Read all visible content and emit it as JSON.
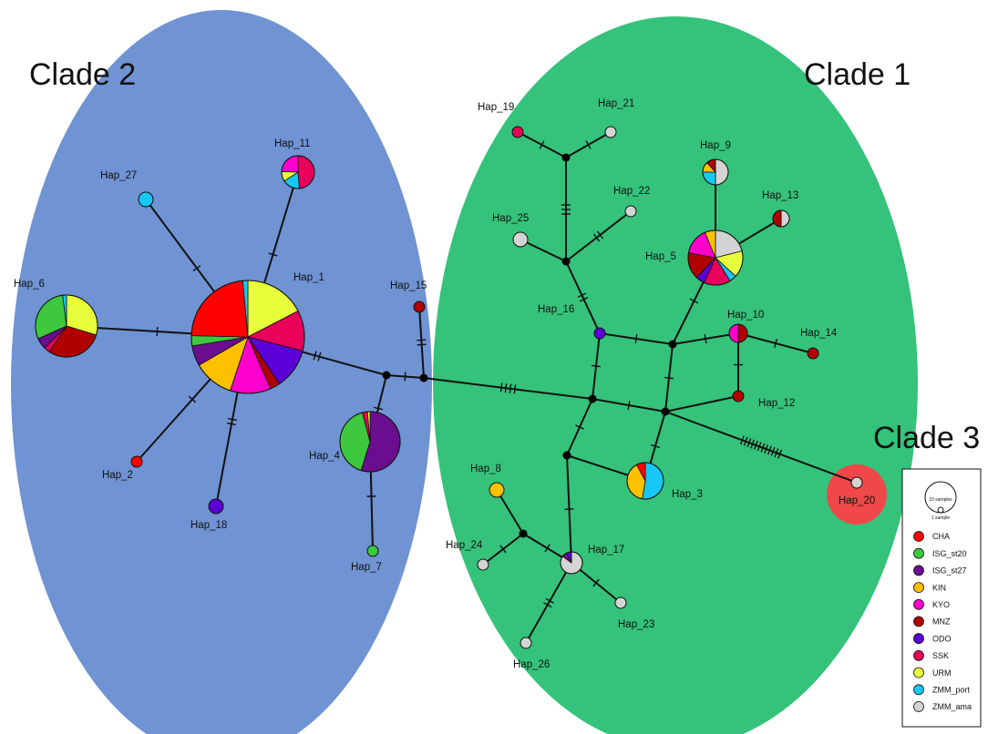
{
  "clades": [
    {
      "id": "clade2",
      "label": "Clade 2",
      "color": "#6f93d3"
    },
    {
      "id": "clade1",
      "label": "Clade 1",
      "color": "#35c27a"
    },
    {
      "id": "clade3",
      "label": "Clade 3",
      "color": "#f04848"
    }
  ],
  "populations": [
    {
      "id": "CHA",
      "label": "CHA",
      "color": "#ff0000"
    },
    {
      "id": "ISG_st20",
      "label": "ISG_st20",
      "color": "#3ec83e"
    },
    {
      "id": "ISG_st27",
      "label": "ISG_st27",
      "color": "#6a0d8f"
    },
    {
      "id": "KIN",
      "label": "KIN",
      "color": "#ffc000"
    },
    {
      "id": "KYO",
      "label": "KYO",
      "color": "#ff00cc"
    },
    {
      "id": "MNZ",
      "label": "MNZ",
      "color": "#b00000"
    },
    {
      "id": "ODO",
      "label": "ODO",
      "color": "#5b00d6"
    },
    {
      "id": "SSK",
      "label": "SSK",
      "color": "#e8005a"
    },
    {
      "id": "URM",
      "label": "URM",
      "color": "#e6ff3a"
    },
    {
      "id": "ZMM_port",
      "label": "ZMM_port",
      "color": "#17c7f5"
    },
    {
      "id": "ZMM_ama",
      "label": "ZMM_ama",
      "color": "#d4d4d4"
    }
  ],
  "legend": {
    "size_large": "10 samples",
    "size_small": "1 sample"
  },
  "haplotypes": [
    {
      "id": "Hap_1",
      "label": "Hap_1",
      "size": 62,
      "composition": [
        [
          "URM",
          3
        ],
        [
          "SSK",
          2
        ],
        [
          "ODO",
          2
        ],
        [
          "MNZ",
          0.5
        ],
        [
          "KYO",
          2
        ],
        [
          "KIN",
          2
        ],
        [
          "ISG_st27",
          1
        ],
        [
          "ISG_st20",
          0.5
        ],
        [
          "CHA",
          4
        ],
        [
          "ZMM_port",
          0.25
        ]
      ]
    },
    {
      "id": "Hap_2",
      "label": "Hap_2",
      "size": 6,
      "composition": [
        [
          "CHA",
          1
        ]
      ]
    },
    {
      "id": "Hap_3",
      "label": "Hap_3",
      "size": 20,
      "composition": [
        [
          "ZMM_port",
          2
        ],
        [
          "KIN",
          1.5
        ],
        [
          "CHA",
          0.3
        ]
      ]
    },
    {
      "id": "Hap_4",
      "label": "Hap_4",
      "size": 33,
      "composition": [
        [
          "ISG_st27",
          4
        ],
        [
          "ISG_st20",
          3
        ],
        [
          "SSK",
          0.2
        ],
        [
          "URM",
          0.1
        ]
      ]
    },
    {
      "id": "Hap_5",
      "label": "Hap_5",
      "size": 30,
      "composition": [
        [
          "ZMM_ama",
          2
        ],
        [
          "URM",
          1.5
        ],
        [
          "ZMM_port",
          0.4
        ],
        [
          "SSK",
          1.5
        ],
        [
          "ODO",
          0.5
        ],
        [
          "MNZ",
          1.5
        ],
        [
          "KYO",
          1.5
        ],
        [
          "KIN",
          0.6
        ]
      ]
    },
    {
      "id": "Hap_6",
      "label": "Hap_6",
      "size": 34,
      "composition": [
        [
          "URM",
          3
        ],
        [
          "MNZ",
          3
        ],
        [
          "SSK",
          0.3
        ],
        [
          "ISG_st27",
          0.6
        ],
        [
          "ISG_st20",
          3
        ],
        [
          "ZMM_port",
          0.2
        ]
      ]
    },
    {
      "id": "Hap_7",
      "label": "Hap_7",
      "size": 6,
      "composition": [
        [
          "ISG_st20",
          1
        ]
      ]
    },
    {
      "id": "Hap_8",
      "label": "Hap_8",
      "size": 8,
      "composition": [
        [
          "KIN",
          1
        ]
      ]
    },
    {
      "id": "Hap_9",
      "label": "Hap_9",
      "size": 14,
      "composition": [
        [
          "ZMM_ama",
          3
        ],
        [
          "ZMM_port",
          1.5
        ],
        [
          "KIN",
          0.8
        ],
        [
          "MNZ",
          0.7
        ]
      ]
    },
    {
      "id": "Hap_10",
      "label": "Hap_10",
      "size": 10,
      "composition": [
        [
          "MNZ",
          1
        ],
        [
          "KYO",
          1
        ]
      ]
    },
    {
      "id": "Hap_11",
      "label": "Hap_11",
      "size": 18,
      "composition": [
        [
          "SSK",
          2
        ],
        [
          "ZMM_port",
          0.7
        ],
        [
          "URM",
          0.4
        ],
        [
          "KYO",
          1
        ]
      ]
    },
    {
      "id": "Hap_12",
      "label": "Hap_12",
      "size": 6,
      "composition": [
        [
          "MNZ",
          1
        ]
      ]
    },
    {
      "id": "Hap_13",
      "label": "Hap_13",
      "size": 9,
      "composition": [
        [
          "ZMM_ama",
          1
        ],
        [
          "MNZ",
          1
        ]
      ]
    },
    {
      "id": "Hap_14",
      "label": "Hap_14",
      "size": 6,
      "composition": [
        [
          "MNZ",
          1
        ]
      ]
    },
    {
      "id": "Hap_15",
      "label": "Hap_15",
      "size": 6,
      "composition": [
        [
          "MNZ",
          1
        ]
      ]
    },
    {
      "id": "Hap_16",
      "label": "Hap_16",
      "size": 6,
      "composition": [
        [
          "ODO",
          1
        ]
      ]
    },
    {
      "id": "Hap_17",
      "label": "Hap_17",
      "size": 12,
      "composition": [
        [
          "ZMM_ama",
          3.4
        ],
        [
          "ISG_st27",
          0.3
        ],
        [
          "ODO",
          0.3
        ]
      ]
    },
    {
      "id": "Hap_18",
      "label": "Hap_18",
      "size": 8,
      "composition": [
        [
          "ODO",
          1
        ]
      ]
    },
    {
      "id": "Hap_19",
      "label": "Hap_19",
      "size": 6,
      "composition": [
        [
          "SSK",
          1
        ]
      ]
    },
    {
      "id": "Hap_20",
      "label": "Hap_20",
      "size": 6,
      "composition": [
        [
          "ZMM_ama",
          1
        ]
      ]
    },
    {
      "id": "Hap_21",
      "label": "Hap_21",
      "size": 6,
      "composition": [
        [
          "ZMM_ama",
          1
        ]
      ]
    },
    {
      "id": "Hap_22",
      "label": "Hap_22",
      "size": 6,
      "composition": [
        [
          "ZMM_ama",
          1
        ]
      ]
    },
    {
      "id": "Hap_23",
      "label": "Hap_23",
      "size": 6,
      "composition": [
        [
          "ZMM_ama",
          1
        ]
      ]
    },
    {
      "id": "Hap_24",
      "label": "Hap_24",
      "size": 6,
      "composition": [
        [
          "ZMM_ama",
          1
        ]
      ]
    },
    {
      "id": "Hap_25",
      "label": "Hap_25",
      "size": 8,
      "composition": [
        [
          "ZMM_ama",
          1
        ]
      ]
    },
    {
      "id": "Hap_26",
      "label": "Hap_26",
      "size": 6,
      "composition": [
        [
          "ZMM_ama",
          1
        ]
      ]
    },
    {
      "id": "Hap_27",
      "label": "Hap_27",
      "size": 8,
      "composition": [
        [
          "ZMM_port",
          1
        ]
      ]
    }
  ],
  "median_vectors": [
    "mv1",
    "mv2",
    "mv3",
    "mv4",
    "mv5",
    "mv6",
    "mv7",
    "mv8",
    "mv9",
    "mv10",
    "mv11"
  ],
  "edges": [
    {
      "from": "Hap_1",
      "to": "Hap_11",
      "steps": 1
    },
    {
      "from": "Hap_1",
      "to": "Hap_27",
      "steps": 1
    },
    {
      "from": "Hap_1",
      "to": "Hap_6",
      "steps": 1
    },
    {
      "from": "Hap_1",
      "to": "Hap_2",
      "steps": 1
    },
    {
      "from": "Hap_1",
      "to": "Hap_18",
      "steps": 2
    },
    {
      "from": "Hap_1",
      "to": "mv1",
      "steps": 2
    },
    {
      "from": "mv1",
      "to": "Hap_4",
      "steps": 1
    },
    {
      "from": "Hap_4",
      "to": "Hap_7",
      "steps": 1
    },
    {
      "from": "mv1",
      "to": "mv2",
      "steps": 1
    },
    {
      "from": "mv2",
      "to": "Hap_15",
      "steps": 2
    },
    {
      "from": "mv2",
      "to": "mv3",
      "steps": 4
    },
    {
      "from": "mv3",
      "to": "mv4",
      "steps": 1
    },
    {
      "from": "mv3",
      "to": "mv5",
      "steps": 1
    },
    {
      "from": "mv4",
      "to": "Hap_16",
      "steps": 1
    },
    {
      "from": "Hap_16",
      "to": "mv6",
      "steps": 1
    },
    {
      "from": "mv6",
      "to": "mv5",
      "steps": 1
    },
    {
      "from": "mv6",
      "to": "Hap_5",
      "steps": 1
    },
    {
      "from": "Hap_5",
      "to": "Hap_9",
      "steps": 0
    },
    {
      "from": "Hap_5",
      "to": "Hap_13",
      "steps": 0
    },
    {
      "from": "mv6",
      "to": "Hap_10",
      "steps": 1
    },
    {
      "from": "Hap_10",
      "to": "Hap_14",
      "steps": 1
    },
    {
      "from": "Hap_10",
      "to": "Hap_12",
      "steps": 1
    },
    {
      "from": "Hap_12",
      "to": "mv5",
      "steps": 0
    },
    {
      "from": "mv5",
      "to": "Hap_3",
      "steps": 1
    },
    {
      "from": "mv5",
      "to": "Hap_20",
      "steps": 12
    },
    {
      "from": "mv3",
      "to": "mv7",
      "steps": 1
    },
    {
      "from": "mv7",
      "to": "Hap_3",
      "steps": 0
    },
    {
      "from": "mv7",
      "to": "Hap_17",
      "steps": 1
    },
    {
      "from": "Hap_17",
      "to": "mv8",
      "steps": 1
    },
    {
      "from": "mv8",
      "to": "Hap_8",
      "steps": 0
    },
    {
      "from": "mv8",
      "to": "Hap_24",
      "steps": 1
    },
    {
      "from": "Hap_17",
      "to": "Hap_23",
      "steps": 1
    },
    {
      "from": "Hap_17",
      "to": "Hap_26",
      "steps": 2
    },
    {
      "from": "Hap_16",
      "to": "mv9",
      "steps": 2
    },
    {
      "from": "mv9",
      "to": "Hap_25",
      "steps": 0
    },
    {
      "from": "mv9",
      "to": "Hap_22",
      "steps": 2
    },
    {
      "from": "mv9",
      "to": "mv10",
      "steps": 3
    },
    {
      "from": "mv10",
      "to": "Hap_19",
      "steps": 1
    },
    {
      "from": "mv10",
      "to": "Hap_21",
      "steps": 1
    }
  ]
}
